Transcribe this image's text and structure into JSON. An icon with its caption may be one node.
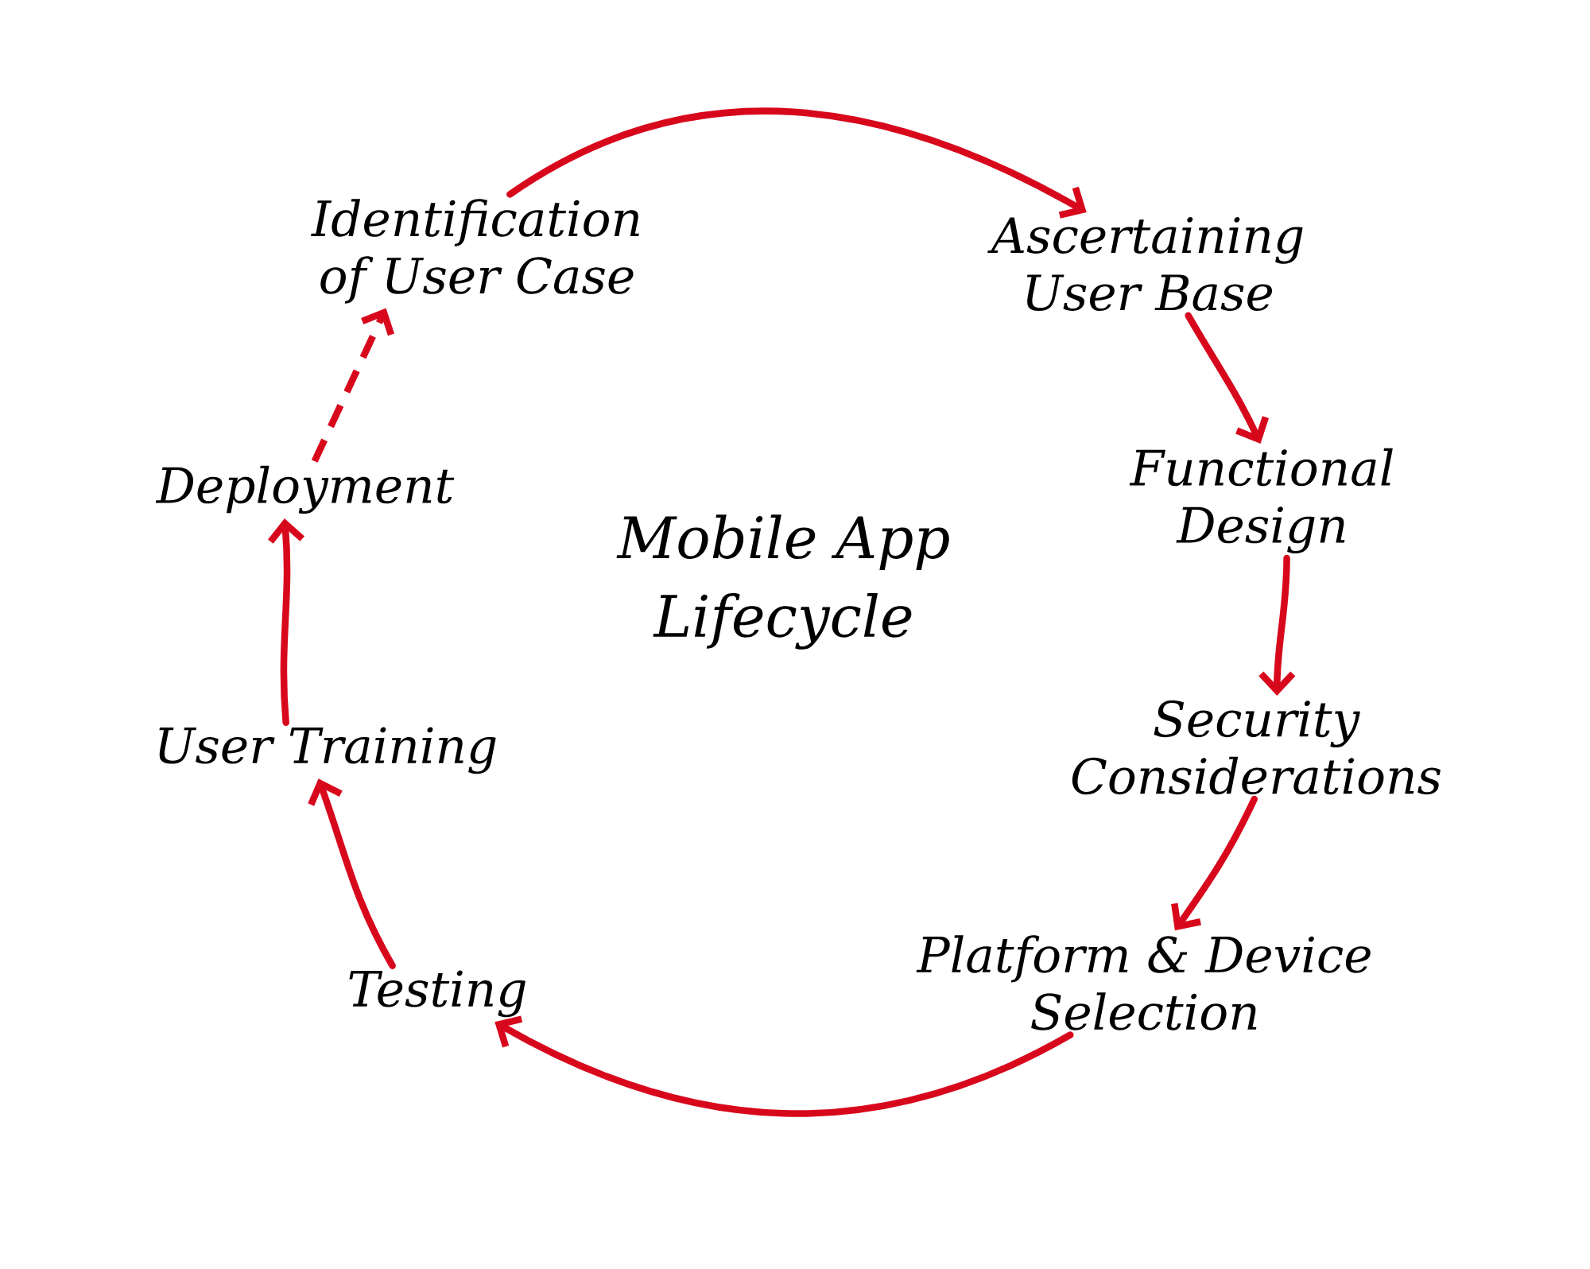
{
  "diagram": {
    "title": "Mobile App Lifecycle",
    "nodes": [
      {
        "text": [
          "Identification of User Case"
        ]
      },
      {
        "text": [
          "Ascertaining User Base"
        ]
      },
      {
        "text": [
          "Functional Design"
        ]
      },
      {
        "text": [
          "Security Considerations"
        ]
      },
      {
        "text": [
          "Platform & Device Selection"
        ]
      },
      {
        "text": [
          "Testing"
        ]
      },
      {
        "text": [
          "User Training"
        ]
      },
      {
        "text": [
          "Deployment"
        ]
      }
    ],
    "edges": [
      {
        "from": 0,
        "to": 1,
        "arrow": "to"
      },
      {
        "from": 1,
        "to": 2,
        "arrow": "to"
      },
      {
        "from": 2,
        "to": 3,
        "arrow": "to"
      },
      {
        "from": 3,
        "to": 4,
        "arrow": "to"
      },
      {
        "from": 4,
        "to": 5,
        "arrow": "to"
      },
      {
        "from": 5,
        "to": 6,
        "arrow": "to"
      },
      {
        "from": 6,
        "to": 7,
        "arrow": "to"
      },
      {
        "from": 7,
        "to": 0,
        "arrow": "to",
        "style": "dashed"
      }
    ]
  }
}
